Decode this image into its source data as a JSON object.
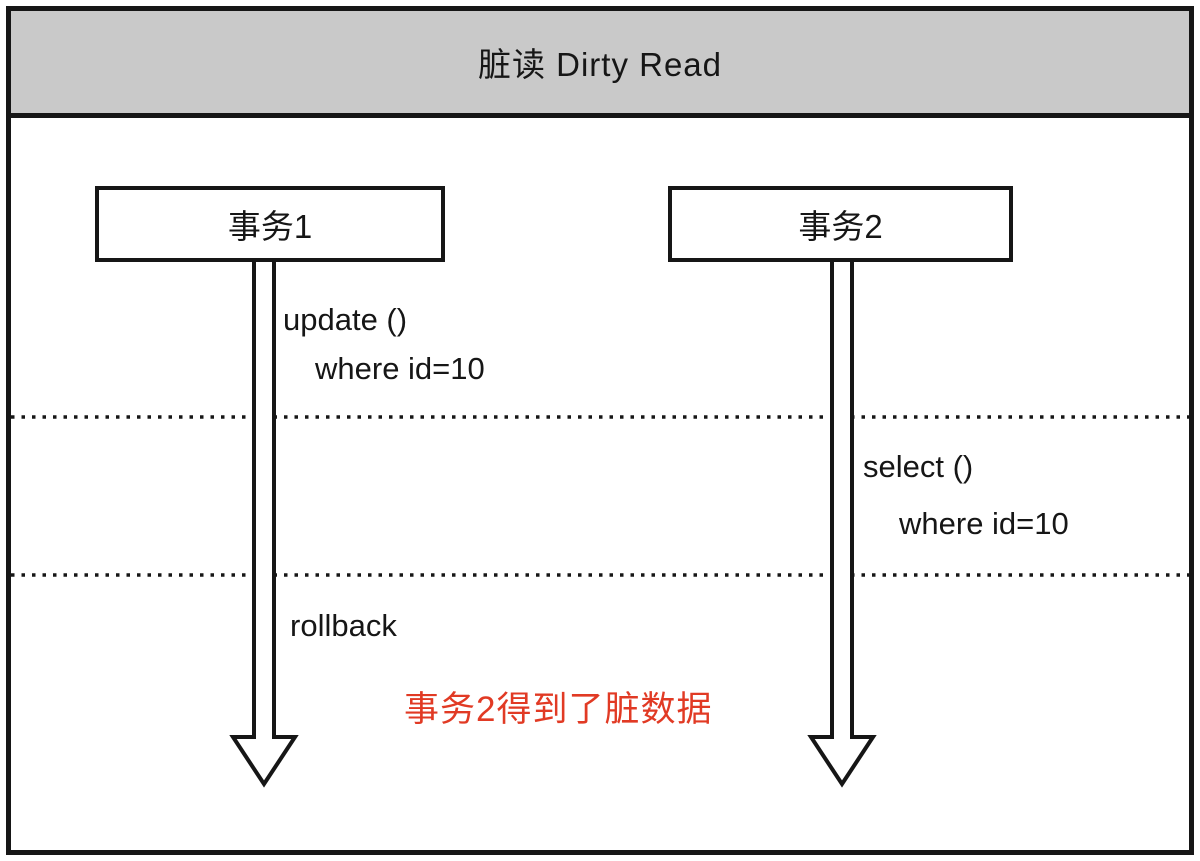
{
  "diagram": {
    "title": "脏读 Dirty Read",
    "transactions": {
      "t1": {
        "label": "事务1"
      },
      "t2": {
        "label": "事务2"
      }
    },
    "actions": {
      "t1_line1": "update ()",
      "t1_line2": "where id=10",
      "t2_line1": "select ()",
      "t2_line2": "where id=10",
      "t1_rollback": "rollback"
    },
    "annotation": "事务2得到了脏数据",
    "colors": {
      "header_bg": "#c9c9c9",
      "line_black": "#161616",
      "annotation_red": "#e13a24",
      "fill_white": "#ffffff"
    }
  }
}
